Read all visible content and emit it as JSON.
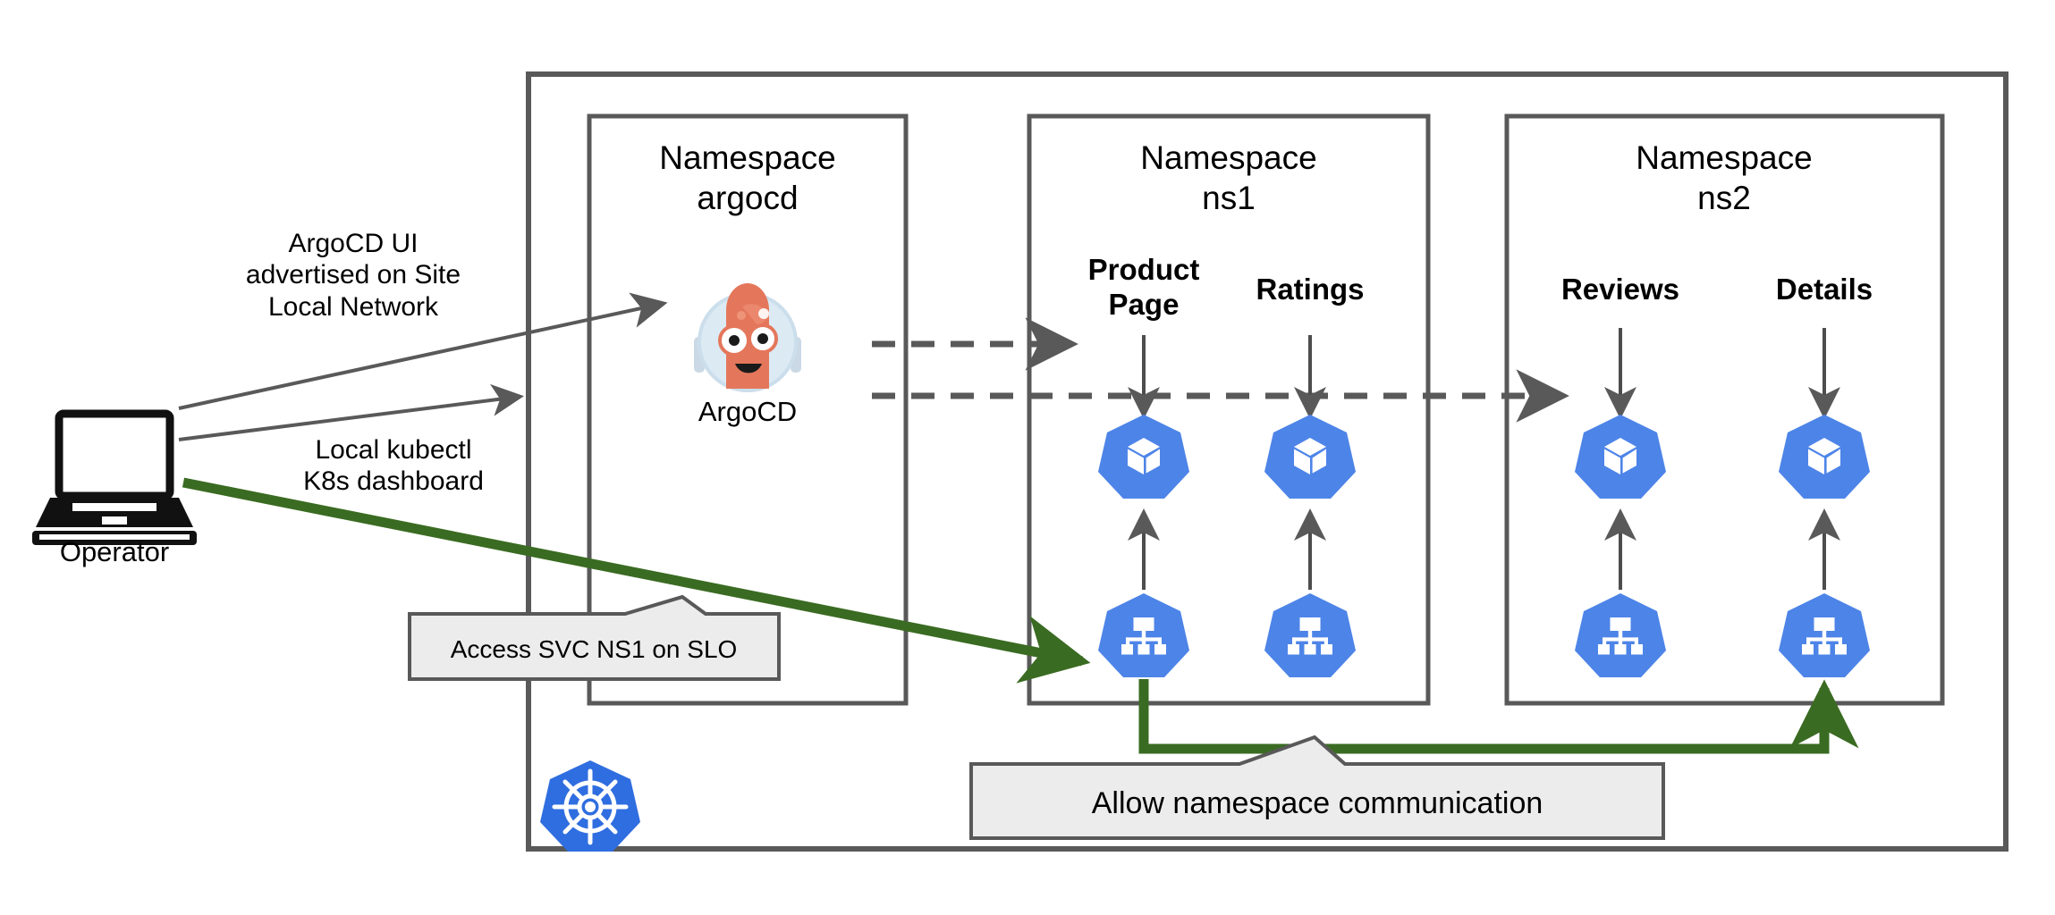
{
  "diagram": {
    "title": "Kubernetes multi-namespace ArgoCD deployment diagram",
    "colors": {
      "box_stroke": "#595959",
      "k8s_blue": "#4285F4",
      "green_arrow": "#3A6B22",
      "gray_arrow": "#595959",
      "callout_fill": "#ECECEC",
      "argocd_skin": "#E4775B",
      "argocd_helmet": "#D7E8F2"
    }
  },
  "actor": {
    "icon": "laptop-icon",
    "label": "Operator"
  },
  "annotations": [
    {
      "id": "argocd-ui",
      "text": "ArgoCD UI\nadvertised on Site\nLocal Network"
    },
    {
      "id": "local-kubectl",
      "text": "Local kubectl\nK8s dashboard"
    }
  ],
  "callouts": [
    {
      "id": "access-svc",
      "text": "Access SVC NS1 on SLO"
    },
    {
      "id": "allow-ns-comm",
      "text": "Allow namespace communication"
    }
  ],
  "cluster": {
    "logo_icon": "kubernetes-helm-icon",
    "namespaces": [
      {
        "id": "argocd",
        "title_line1": "Namespace",
        "title_line2": "argocd",
        "apps": [],
        "mascot": {
          "icon": "argocd-mascot-icon",
          "caption": "ArgoCD"
        }
      },
      {
        "id": "ns1",
        "title_line1": "Namespace",
        "title_line2": "ns1",
        "apps": [
          {
            "name": "Product\nPage",
            "pod_icon": "k8s-pod-icon",
            "service_icon": "k8s-service-icon"
          },
          {
            "name": "Ratings",
            "pod_icon": "k8s-pod-icon",
            "service_icon": "k8s-service-icon"
          }
        ]
      },
      {
        "id": "ns2",
        "title_line1": "Namespace",
        "title_line2": "ns2",
        "apps": [
          {
            "name": "Reviews",
            "pod_icon": "k8s-pod-icon",
            "service_icon": "k8s-service-icon"
          },
          {
            "name": "Details",
            "pod_icon": "k8s-pod-icon",
            "service_icon": "k8s-service-icon"
          }
        ]
      }
    ]
  },
  "connectors": [
    {
      "id": "operator-to-argocd",
      "style": "solid",
      "color": "#595959",
      "label": "ArgoCD UI advertised on Site Local Network"
    },
    {
      "id": "operator-to-cluster",
      "style": "solid",
      "color": "#595959",
      "label": "Local kubectl K8s dashboard"
    },
    {
      "id": "operator-to-ns1-service",
      "style": "solid-thick",
      "color": "#3A6B22",
      "label": "Access SVC NS1 on SLO"
    },
    {
      "id": "argocd-to-ns1",
      "style": "dashed",
      "color": "#595959"
    },
    {
      "id": "argocd-to-ns2",
      "style": "dashed",
      "color": "#595959"
    },
    {
      "id": "ns1-service-to-ns2-service",
      "style": "solid-thick",
      "color": "#3A6B22",
      "label": "Allow namespace communication"
    }
  ]
}
